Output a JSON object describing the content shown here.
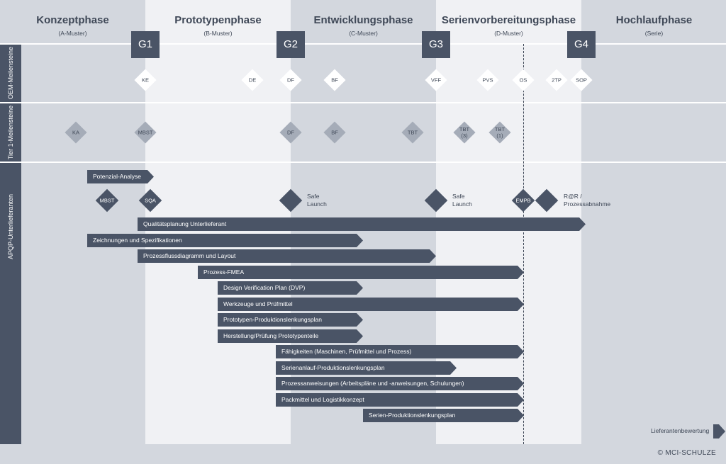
{
  "phases": [
    {
      "title": "Konzeptphase",
      "subtitle": "(A-Muster)"
    },
    {
      "title": "Prototypenphase",
      "subtitle": "(B-Muster)"
    },
    {
      "title": "Entwicklungsphase",
      "subtitle": "(C-Muster)"
    },
    {
      "title": "Serienvorbereitungsphase",
      "subtitle": "(D-Muster)"
    },
    {
      "title": "Hochlaufphase",
      "subtitle": "(Serie)"
    }
  ],
  "gates": [
    "G1",
    "G2",
    "G3",
    "G4"
  ],
  "lanes": {
    "oem": "OEM-Meilensteine",
    "tier1": "Tier 1-Meilensteine",
    "apqp": "APQP-Unterlieferanten"
  },
  "oem_milestones": [
    "KE",
    "DE",
    "DF",
    "BF",
    "VFF",
    "PVS",
    "OS",
    "2TP",
    "SOP"
  ],
  "tier1_milestones": [
    "KA",
    "MBST",
    "DF",
    "BF",
    "TBT",
    "TBT\n(3)",
    "TBT\n(1)"
  ],
  "apqp_milestones": {
    "mbst": "MBST",
    "sqa": "SQA",
    "safe_launch_1": "Safe\nLaunch",
    "safe_launch_2": "Safe\nLaunch",
    "empb": "EMPB",
    "rar": "R@R /\nProzessabnahme"
  },
  "bars": [
    "Potenzial-Analyse",
    "Qualitätsplanung Unterlieferant",
    "Zeichnungen und Spezifikationen",
    "Prozessflussdiagramm und Layout",
    "Prozess-FMEA",
    "Design Verification Plan (DVP)",
    "Werkzeuge und Prüfmittel",
    "Prototypen-Produktionslenkungsplan",
    "Herstellung/Prüfung Prototypenteile",
    "Fähigkeiten (Maschinen, Prüfmittel und Prozess)",
    "Serienanlauf-Produktionslenkungsplan",
    "Prozessanweisungen (Arbeitspläne und -anweisungen, Schulungen)",
    "Packmittel und Logistikkonzept",
    "Serien-Produktionslenkungsplan"
  ],
  "lieferantenbewertung": "Lieferantenbewertung",
  "copyright": "© MCI-SCHULZE"
}
